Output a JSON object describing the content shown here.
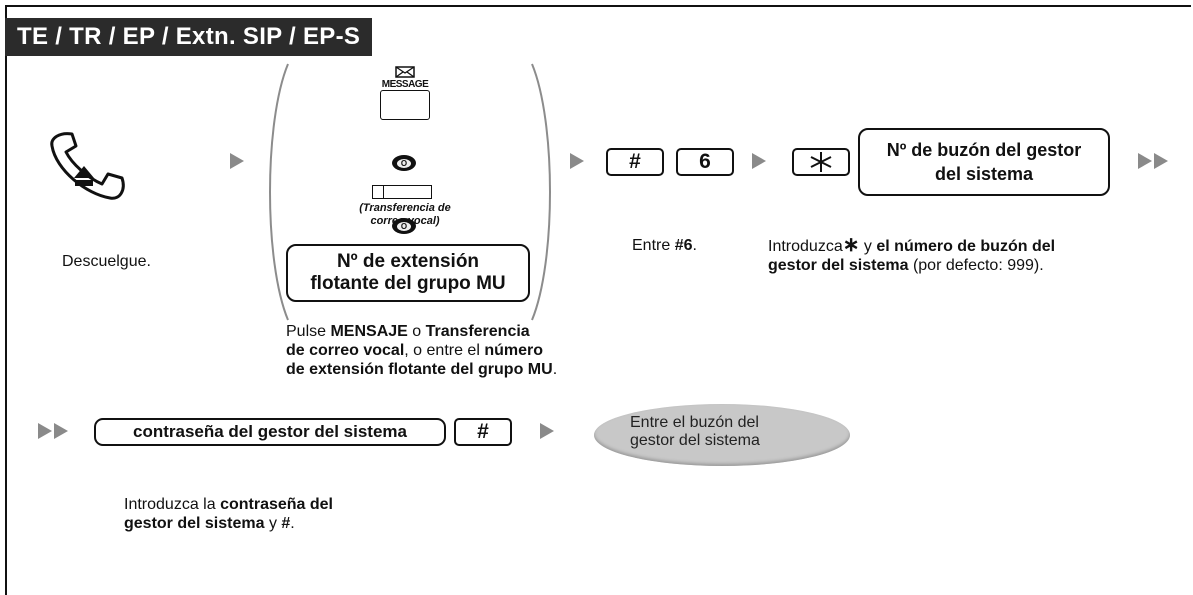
{
  "header": {
    "title": "TE / TR / EP / Extn. SIP / EP-S"
  },
  "step1": {
    "caption": "Descuelgue."
  },
  "step2": {
    "message_key_label": "MESSAGE",
    "or_label": "O",
    "transfer_note_line1": "(Transferencia de",
    "transfer_note_line2": "correo vocal)",
    "box_line1": "Nº de extensión",
    "box_line2": "flotante del grupo MU",
    "caption": {
      "t1": "Pulse ",
      "b1": "MENSAJE",
      "t2": " o ",
      "b2": "Transferencia",
      "b3": "de correo vocal",
      "t3": ", o entre el ",
      "b4": "número",
      "b5": "de extensión flotante del grupo MU",
      "t4": "."
    }
  },
  "step3": {
    "key_hash": "#",
    "key_six": "6",
    "caption": {
      "t1": "Entre ",
      "b1": "#6",
      "t2": "."
    }
  },
  "step4": {
    "box_line1": "Nº de buzón del gestor",
    "box_line2": "del sistema",
    "caption": {
      "t1": "Introduzca",
      "star": "∗",
      "t2": " y ",
      "b1": "el número de buzón del",
      "b2": "gestor del sistema",
      "t3": " (por defecto: 999)."
    }
  },
  "step5": {
    "box_label": "contraseña del gestor del sistema",
    "key_hash": "#",
    "caption": {
      "t1": "Introduzca la ",
      "b1": "contraseña del",
      "b2": "gestor del sistema",
      "t2": " y ",
      "b3": "#",
      "t3": "."
    }
  },
  "result": {
    "line1": "Entre el buzón del",
    "line2": "gestor del sistema"
  },
  "colors": {
    "header_bg": "#2b2b2b",
    "arrow": "#8a8a8a",
    "result_ellipse": "#c8c8c8"
  },
  "icons": [
    "handset-off-hook-icon",
    "envelope-icon",
    "star-key-icon"
  ]
}
